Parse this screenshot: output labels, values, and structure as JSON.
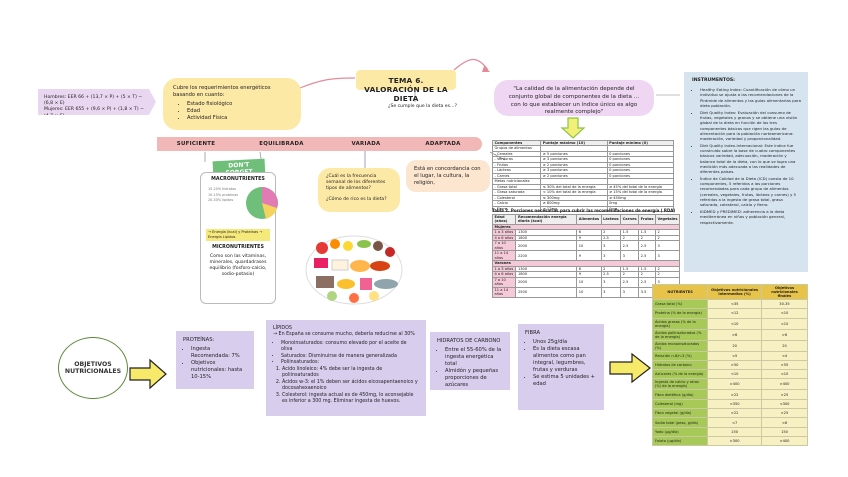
{
  "formulas": {
    "men": "Hombres: EER 66 + (13,7 × P) + (5 × T) − (6,8 × E)",
    "women": "Mujeres: EER 655 + (9,6 × P) + (1,8 × T) − (4,7 × E)"
  },
  "energy": {
    "heading": "Cubre los requerimientos energéticos basando en cuanto:",
    "items": [
      "Estado fisiológico",
      "Edad",
      "Actividad Física"
    ]
  },
  "title": "TEMA 6. VALORACIÓN DE LA DIETA",
  "question": "¿Se cumple que la dieta es…?",
  "qualities": [
    "SUFICIENTE",
    "EQUILIBRADA",
    "VARIADA",
    "ADAPTADA"
  ],
  "quote": "\"La calidad de la alimentación depende del conjunto global de componentes de la dieta … con lo que establecer un índice único es algo realmente complejo\"",
  "instruments": {
    "heading": "INSTRUMENTOS:",
    "items": [
      "Healthy Eating Index: Cuantificación de cómo un individuo se ajusta a las recomendaciones de la Pirámide de alimentos y las guías alimentarias para dieta población.",
      "Diet Quality Index: Evaluación del consumo de frutas, vegetales y granos y se obtiene una visión global de la dieta en función de los tres componentes básicos que rigen las guías de alimentación para la población norteamericana: moderación, variedad y proporcionalidad.",
      "Diet Quality Index-Internacional: Este índice fue construido sobre la base de cuatro componentes básicos variedad, adecuación, moderación y balance total de la dieta, con lo que se logra una medición más adecuada a las realidades de diferentes países.",
      "Índice de Calidad de la Dieta (ICD) consta de 10 componentes, 5 referidos a las porciones recomendadas para cada grupo de alimentos (cereales, vegetales, frutas, lácteos y carnes) y 5 referidos a la ingesta de grasa total, grasa saturada, colesterol, calcio y fierro.",
      "KIDMED y PREDIMED: adherencia a la dieta mediterránea en niños y población general, respectivamente."
    ]
  },
  "dont_forget": "DON'T FORGET",
  "macro": {
    "title": "MACRONUTRIENTES",
    "chart_labels": [
      "15-20% hidratos",
      "10-15% proteínas",
      "20-30% lípidos"
    ],
    "note": "→ Energía (kcal) y Proteínas → Energía Lípidos",
    "micro_title": "MICRONUTRIENTES",
    "micro_text": "Como son las vitaminas, minerales, quardadrases equilibrio (fosforo-calcio, sodio-potasio)"
  },
  "frequency": {
    "q1": "¿Cuál es la frecuencia semanal de los diferentes tipos de alimentos?",
    "q2": "¿Cómo de rico es la dieta?"
  },
  "adapted": "Está en concordancia con el lugar, la cultura, la religión,",
  "table1": {
    "headers": [
      "Componentes",
      "Puntaje máximo (10)",
      "Puntaje mínimo (0)"
    ],
    "rows": [
      [
        "Grupos de alimentos",
        "",
        ""
      ],
      [
        "- Cereales",
        "≥ 5 porciones",
        "0 porciones"
      ],
      [
        "- Verduras",
        "≥ 3 porciones",
        "0 porciones"
      ],
      [
        "- Frutas",
        "≥ 2 porciones",
        "0 porciones"
      ],
      [
        "- Lácteos",
        "≥ 3 porciones",
        "0 porciones"
      ],
      [
        "- Carnes",
        "≥ 2 porciones",
        "0 porciones"
      ],
      [
        "Metas nutricionales",
        "",
        ""
      ],
      [
        "- Grasa total",
        "≤ 30% del total de la energía",
        "≥ 45% del total de la energía"
      ],
      [
        "- Grasa saturada",
        "< 10% del total de la energía",
        "≥ 15% del total de la energía"
      ],
      [
        "- Colesterol",
        "≤ 300mg",
        "≥ 450mg"
      ],
      [
        "- Calcio",
        "≥ 800mg",
        "0mg"
      ],
      [
        "- Fierro",
        "≥ 12mg",
        "0mg"
      ]
    ]
  },
  "table2": {
    "caption": "Tabla 2. Porciones necesarias para cubrir las recomendaciones de energía ( RDA)",
    "headers": [
      "Edad (años)",
      "Recomendación energía diaria (kcal)",
      "Alimentos",
      "Lácteos",
      "Carnes",
      "Frutas",
      "Vegetales"
    ],
    "sections": [
      {
        "label": "Mujeres",
        "rows": [
          [
            "1 a 3 años",
            "1300",
            "6",
            "2",
            "1.5",
            "1.5",
            "2"
          ],
          [
            "4 a 6 años",
            "1800",
            "9",
            "2.5",
            "2",
            "2",
            "2"
          ],
          [
            "7 a 10 años",
            "2000",
            "10",
            "3",
            "2.5",
            "2.5",
            "3"
          ],
          [
            "11 a 14 años",
            "2200",
            "9",
            "3",
            "3",
            "2.5",
            "3"
          ]
        ]
      },
      {
        "label": "Varones",
        "rows": [
          [
            "1 a 3 años",
            "1300",
            "6",
            "2",
            "1.5",
            "1.5",
            "2"
          ],
          [
            "4 a 6 años",
            "1800",
            "9",
            "2.5",
            "2",
            "2",
            "2"
          ],
          [
            "7 a 10 años",
            "2000",
            "10",
            "3",
            "2.5",
            "2.5",
            "3"
          ],
          [
            "11 a 14 años",
            "2500",
            "10",
            "3",
            "3",
            "3.5",
            "4"
          ]
        ]
      }
    ]
  },
  "objectives": "OBJETIVOS NUTRICIONALES",
  "proteins": {
    "title": "PROTEÍNAS:",
    "items": [
      "Ingesta Recomendada: 7%",
      "Objetivos nutricionales: hasta 10-15%"
    ]
  },
  "lipids": {
    "title": "LÍPIDOS",
    "intro": "→ En España se consume mucho, debería reducirse al 30%",
    "items": [
      "Monoinsaturados: consumo elevado por el aceite de oliva",
      "Saturados: Disminuirse de manera generalizada",
      "Poliinsaturados:"
    ],
    "subitems": [
      "Acido linoleico: 4% debe ser la ingesta de poliinsaturados",
      "Ácidos w-3: el 1% deben ser ácidos eicosapentaenoico y docosahexaenoico",
      "Colesterol: ingesta actual es de 450mg, lo aconsejable es inferior a 300 mg. Eliminar ingesta de huevos."
    ]
  },
  "carbs": {
    "title": "HIDRATOS DE CARBONO",
    "items": [
      "Entre el 55-60% de la ingesta energética total",
      "Almidón y pequeñas proporciones de azúcares"
    ]
  },
  "fiber": {
    "title": "FIBRA",
    "items": [
      "Unos 25g/día",
      "Es la dieta escasa alimentos como pan integral, legumbres, frutas y verduras",
      "Se estima 5 unidades + edad"
    ]
  },
  "nutrients_table": {
    "headers": [
      "NUTRIENTES",
      "Objetivos nutricionales intermedios (%)",
      "Objetivos nutricionales finales"
    ],
    "rows": [
      [
        "Grasa total (%)",
        "<35",
        "30-35"
      ],
      [
        "Proteína (% de la energía)",
        "<12",
        "<10"
      ],
      [
        "Ácidos grasos (% de la energía)",
        "<10",
        "<10"
      ],
      [
        "Ácidos poliinsaturados (% de la energía)",
        ">6",
        ">6"
      ],
      [
        "Ácidos monoinsaturados (%)",
        "20",
        "20"
      ],
      [
        "Relación n-6/n-3 (%)",
        "<5",
        "<4"
      ],
      [
        "Hidratos de carbono",
        ">50",
        ">55"
      ],
      [
        "Azúcares (% de la energía)",
        "<10",
        "<10"
      ],
      [
        "Ingesta de calcio y otros (%/ de la energía)",
        ">400",
        ">400"
      ],
      [
        "Fibra dietética (g/día)",
        ">22",
        ">25"
      ],
      [
        "Colesterol (mg)",
        "<350",
        "<300"
      ],
      [
        "Fibra vegetal (g/día)",
        ">22",
        ">25"
      ],
      [
        "Sodio total (peso, g/día)",
        "<7",
        "<6"
      ],
      [
        "Yodo (µg/día)",
        "150",
        "150"
      ],
      [
        "Folato (µg/día)",
        ">300",
        ">400"
      ]
    ]
  }
}
